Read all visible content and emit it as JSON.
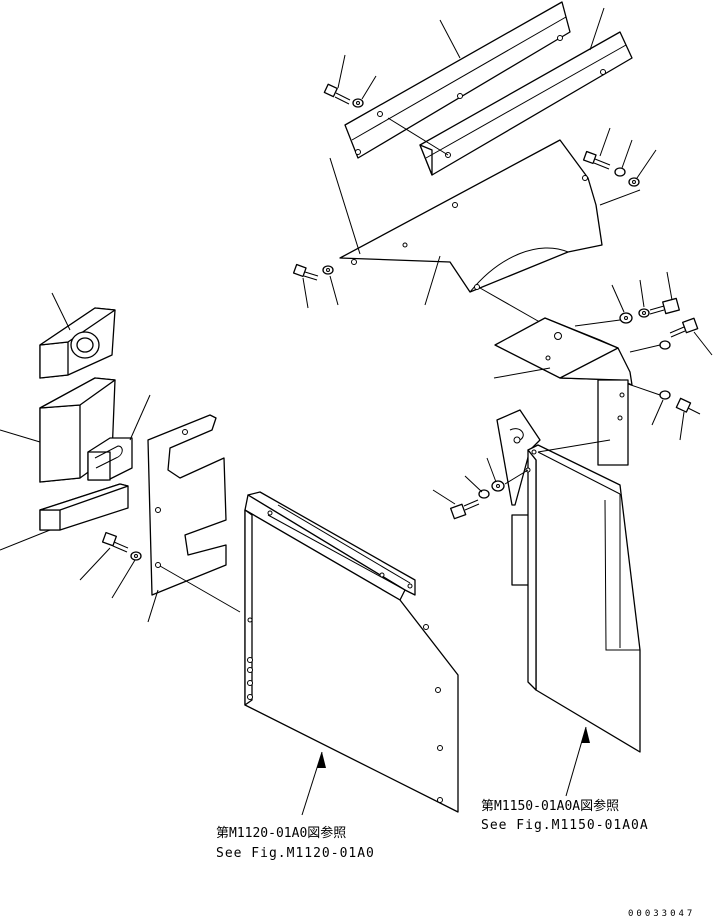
{
  "references": {
    "left": {
      "line1": "第M1120-01A0図参照",
      "line2": "See Fig.M1120-01A0"
    },
    "right": {
      "line1": "第M1150-01A0A図参照",
      "line2": "See Fig.M1150-01A0A"
    }
  },
  "drawing_number": "00033047"
}
